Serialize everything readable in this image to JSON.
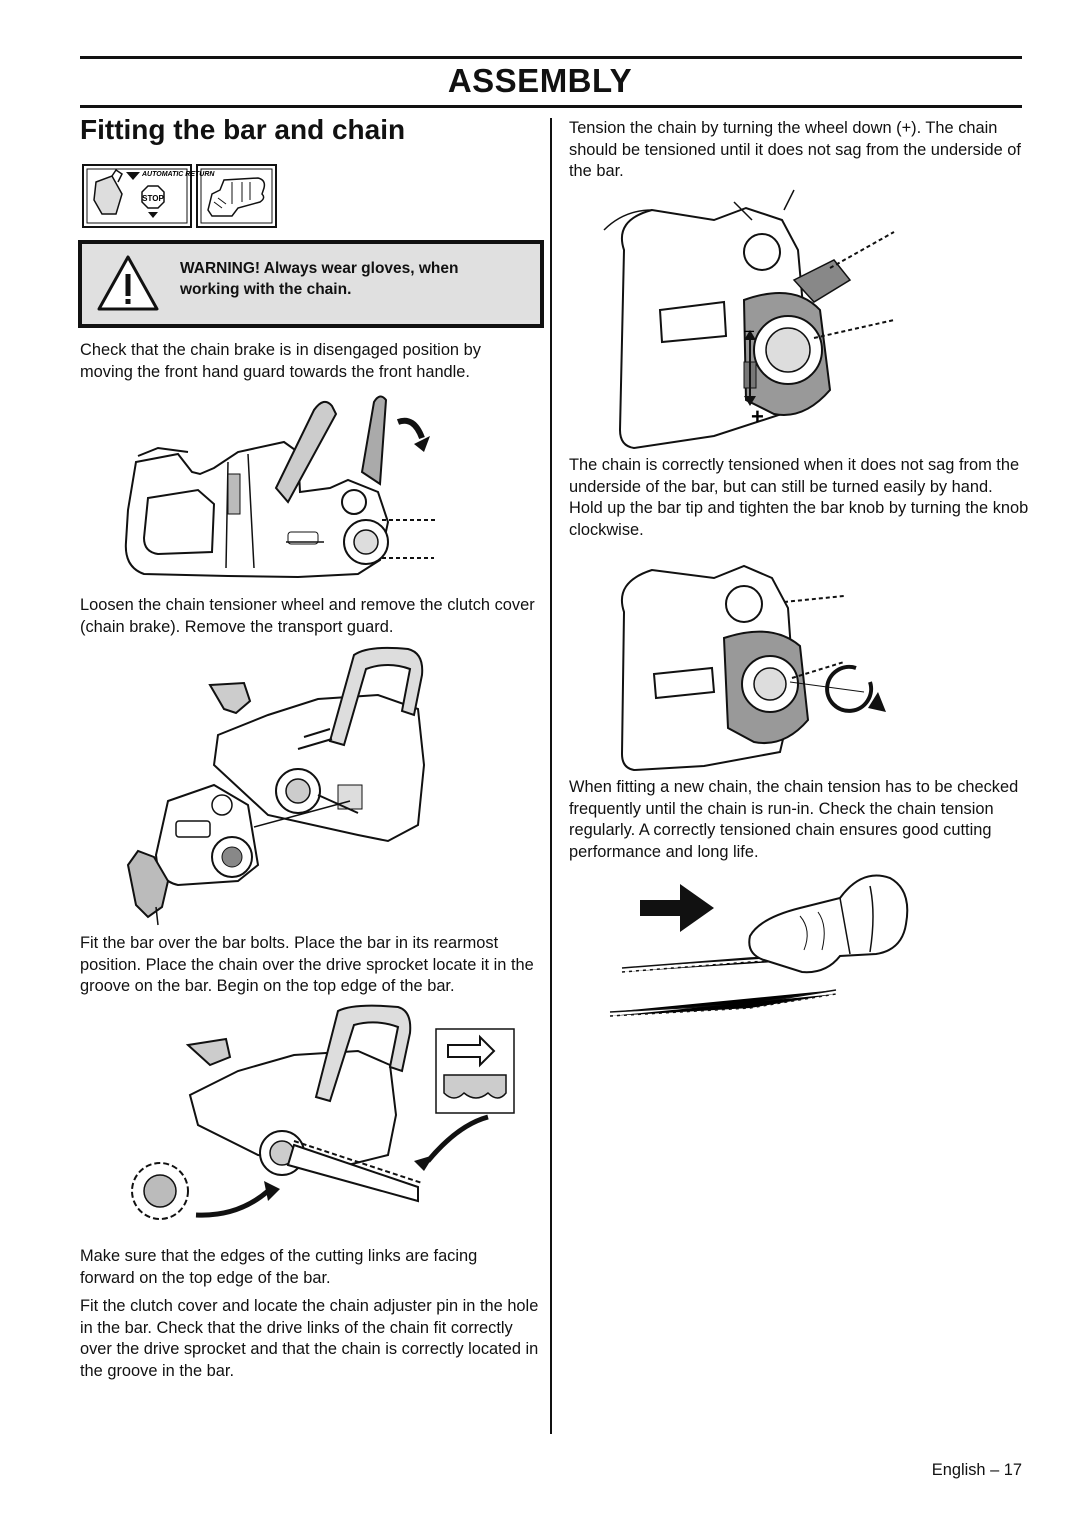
{
  "header": {
    "title": "ASSEMBLY"
  },
  "section": {
    "title": "Fitting the bar and chain"
  },
  "symbols": {
    "automatic_return": "AUTOMATIC RETURN",
    "stop": "STOP"
  },
  "warning": {
    "text": "WARNING! Always wear gloves, when working with the chain."
  },
  "left": {
    "p1": "Check that the chain brake is in disengaged position by moving the front hand guard towards the front handle.",
    "p2": "Loosen the chain tensioner wheel and remove the clutch cover (chain brake). Remove the transport guard.",
    "p3": "Fit the bar over the bar bolts. Place the bar in its rearmost position. Place the chain over the drive sprocket locate it in the groove on the bar. Begin on the top edge of the bar.",
    "p4": "Make sure that the edges of the cutting links are facing forward on the top edge of the bar.",
    "p5": "Fit the clutch cover and locate the chain adjuster pin in the hole in the bar. Check that the drive links of the chain fit correctly over the drive sprocket and that the chain is correctly located in the groove in the bar."
  },
  "right": {
    "p1": "Tension the chain by turning the wheel down (+). The chain should be tensioned until it does not sag from the underside of the bar.",
    "p2": "The chain is correctly tensioned when it does not sag from the underside of the bar, but can still be turned easily by hand. Hold up the bar tip and tighten the bar knob by turning the knob clockwise.",
    "p3": "When fitting a new chain, the chain tension has to be checked frequently until the chain is run-in. Check the chain tension regularly. A correctly tensioned chain ensures good cutting performance and long life."
  },
  "tension_marks": {
    "minus": "–",
    "plus": "+"
  },
  "footer": {
    "text": "English – 17"
  }
}
